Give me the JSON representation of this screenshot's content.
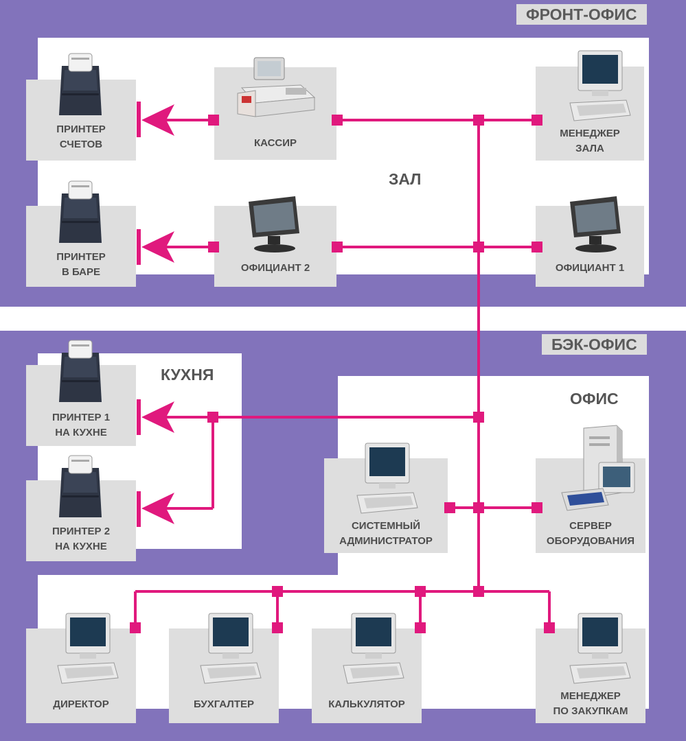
{
  "sections": {
    "front_office": "ФРОНТ-ОФИС",
    "back_office": "БЭК-ОФИС"
  },
  "zones": {
    "hall": "ЗАЛ",
    "kitchen": "КУХНЯ",
    "office": "ОФИС"
  },
  "nodes": {
    "bill_printer": [
      "ПРИНТЕР",
      "СЧЕТОВ"
    ],
    "cashier": [
      "КАССИР"
    ],
    "hall_manager": [
      "МЕНЕДЖЕР",
      "ЗАЛА"
    ],
    "bar_printer": [
      "ПРИНТЕР",
      "В БАРЕ"
    ],
    "waiter_2": [
      "ОФИЦИАНТ 2"
    ],
    "waiter_1": [
      "ОФИЦИАНТ 1"
    ],
    "kitchen_printer_1": [
      "ПРИНТЕР 1",
      "НА КУХНЕ"
    ],
    "kitchen_printer_2": [
      "ПРИНТЕР 2",
      "НА КУХНЕ"
    ],
    "sysadmin": [
      "СИСТЕМНЫЙ",
      "АДМИНИСТРАТОР"
    ],
    "equipment_server": [
      "СЕРВЕР",
      "ОБОРУДОВАНИЯ"
    ],
    "director": [
      "ДИРЕКТОР"
    ],
    "accountant": [
      "БУХГАЛТЕР"
    ],
    "calculator": [
      "КАЛЬКУЛЯТОР"
    ],
    "purchasing_manager": [
      "МЕНЕДЖЕР",
      "ПО ЗАКУПКАМ"
    ]
  },
  "colors": {
    "band": "#8273bb",
    "network": "#e0197d",
    "card": "#dedede"
  }
}
